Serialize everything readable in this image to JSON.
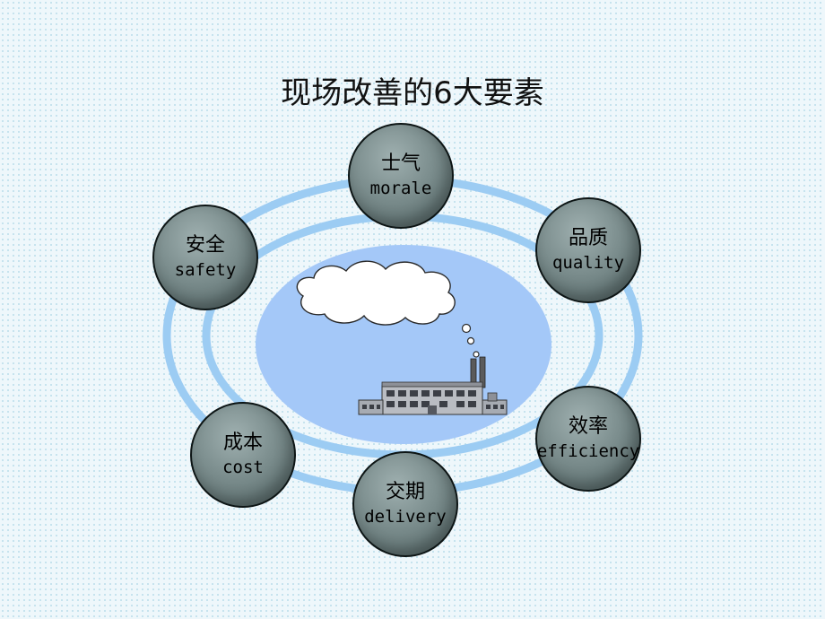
{
  "title": "现场改善的6大要素",
  "nodes": [
    {
      "id": "morale",
      "zh": "士气",
      "en": "morale"
    },
    {
      "id": "quality",
      "zh": "品质",
      "en": "quality"
    },
    {
      "id": "efficiency",
      "zh": "效率",
      "en": "efficiency"
    },
    {
      "id": "delivery",
      "zh": "交期",
      "en": "delivery"
    },
    {
      "id": "cost",
      "zh": "成本",
      "en": "cost"
    },
    {
      "id": "safety",
      "zh": "安全",
      "en": "safety"
    }
  ],
  "colors": {
    "ring": "#9cccf3",
    "center": "#a4c8f8",
    "node": "#7b8d8d",
    "cloud": "#ffffff"
  },
  "icons": [
    "cloud-icon",
    "factory-icon"
  ]
}
